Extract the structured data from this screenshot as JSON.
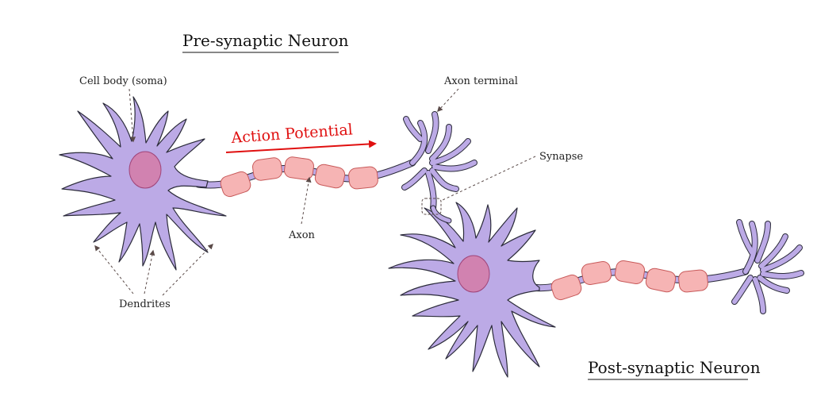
{
  "labels": {
    "pre_title": "Pre-synaptic Neuron",
    "post_title": "Post-synaptic Neuron",
    "cell_body": "Cell body (soma)",
    "axon_terminal": "Axon terminal",
    "action_potential": "Action Potential",
    "synapse": "Synapse",
    "axon": "Axon",
    "dendrites": "Dendrites"
  },
  "colors": {
    "cell": "#bcaae6",
    "cell_outline": "#2b2b3a",
    "nucleus": "#d182b0",
    "myelin": "#f6b4b4",
    "myelin_outline": "#c85a5a",
    "arrow_red": "#e01010",
    "pointer": "#5a4a48"
  }
}
